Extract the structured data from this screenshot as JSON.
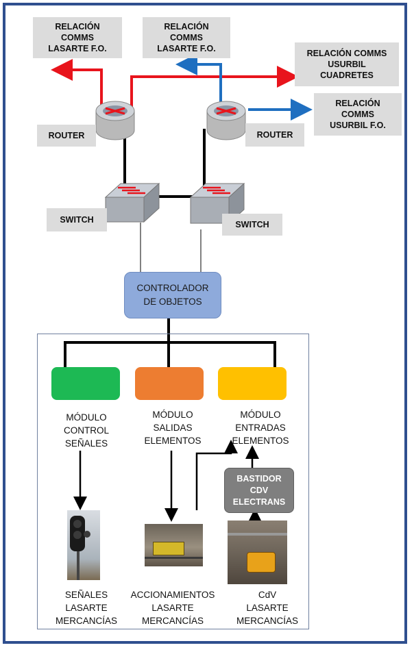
{
  "labels": {
    "comms_lasarte_1": "RELACIÓN\nCOMMS\nLASARTE F.O.",
    "comms_lasarte_2": "RELACIÓN\nCOMMS\nLASARTE F.O.",
    "comms_usurbil_cuadretes": "RELACIÓN COMMS\nUSURBIL\nCUADRETES",
    "comms_usurbil_fo": "RELACIÓN\nCOMMS\nUSURBIL F.O.",
    "router_left": "ROUTER",
    "router_right": "ROUTER",
    "switch_left": "SWITCH",
    "switch_right": "SWITCH",
    "controller": "CONTROLADOR\nDE OBJETOS",
    "bastidor": "BASTIDOR\nCDV\nELECTRANS"
  },
  "modules": [
    {
      "label": "MÓDULO\nCONTROL\nSEÑALES",
      "color": "#1db954"
    },
    {
      "label": "MÓDULO\nSALIDAS\nELEMENTOS",
      "color": "#ed7d31"
    },
    {
      "label": "MÓDULO\nENTRADAS\nELEMENTOS",
      "color": "#ffc000"
    }
  ],
  "field_elements": [
    {
      "label": "SEÑALES\nLASARTE\nMERCANCÍAS"
    },
    {
      "label": "ACCIONAMIENTOS\nLASARTE\nMERCANCÍAS"
    },
    {
      "label": "CdV\nLASARTE\nMERCANCÍAS"
    }
  ],
  "colors": {
    "red_link": "#e8141c",
    "blue_link": "#1f6fc0",
    "frame": "#2f4f8f"
  },
  "icons": [
    "router-icon",
    "switch-icon",
    "signal-photo",
    "point-machine-photo",
    "track-circuit-photo"
  ]
}
